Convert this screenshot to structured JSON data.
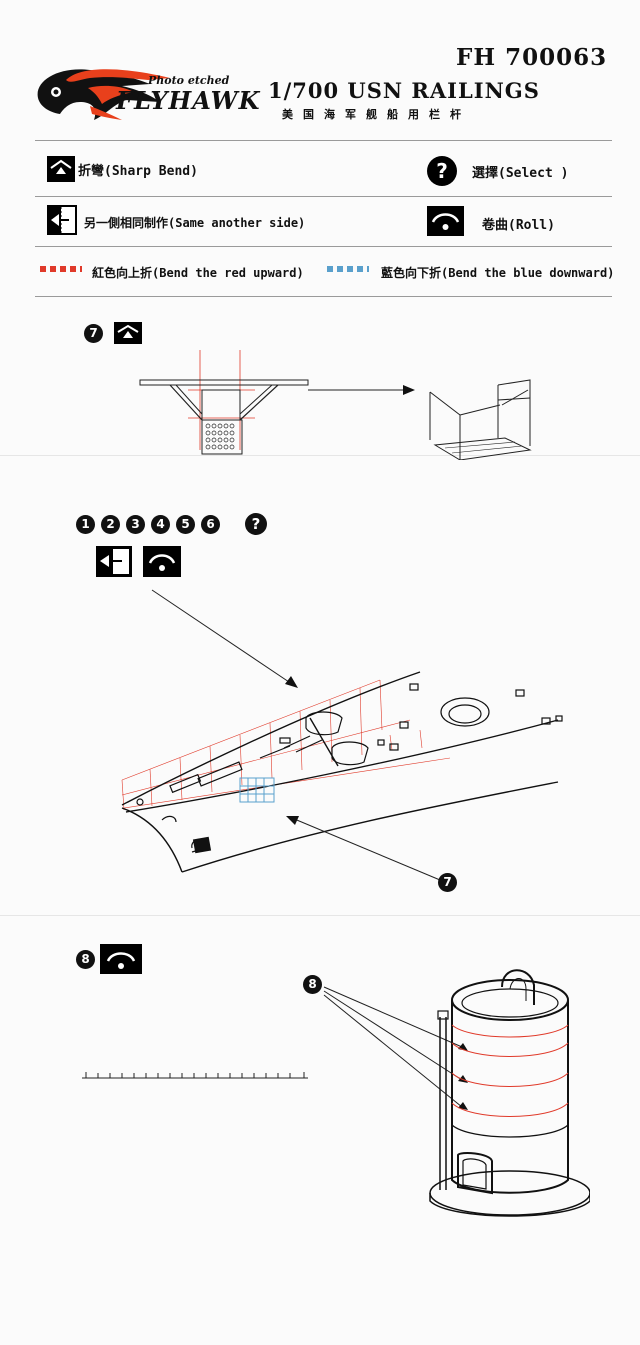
{
  "header": {
    "code": "FH 700063",
    "title": "1/700 USN RAILINGS",
    "subtitle": "美国海军舰船用栏杆",
    "brand": {
      "name": "FLYHAWK",
      "tagline": "Photo etched"
    }
  },
  "legend": {
    "sharp_bend": "折彎(Sharp Bend)",
    "select": "選擇(Select )",
    "same_other_side": "另一側相同制作(Same another side)",
    "roll": "卷曲(Roll)",
    "red_upward": "紅色向上折(Bend the red upward)",
    "blue_downward": "藍色向下折(Bend the blue downward)"
  },
  "colors": {
    "red": "#e03a2a",
    "blue": "#5aa0cc",
    "black": "#111111"
  },
  "steps": {
    "step7": {
      "number": "7"
    },
    "group": {
      "numbers": [
        "1",
        "2",
        "3",
        "4",
        "5",
        "6"
      ],
      "select_symbol": "?"
    },
    "callout7": {
      "number": "7"
    },
    "step8": {
      "number": "8"
    },
    "callout8": {
      "number": "8"
    }
  }
}
